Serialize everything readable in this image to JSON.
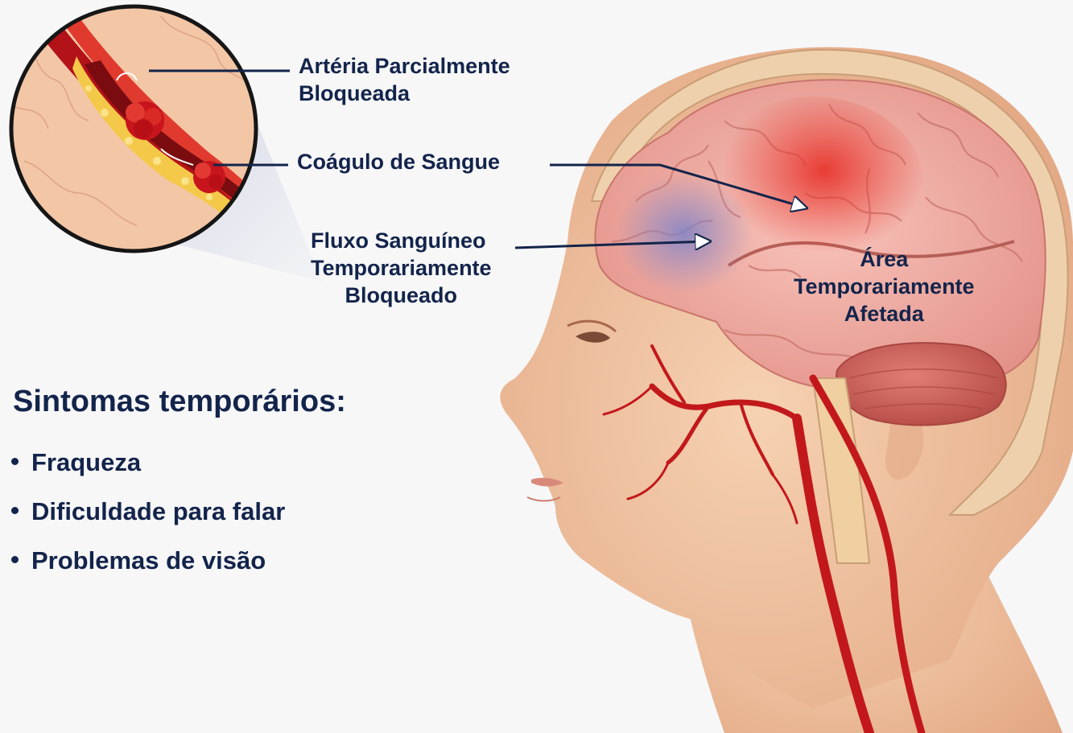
{
  "labels": {
    "artery": [
      "Artéria Parcialmente",
      "Bloqueada"
    ],
    "clot": "Coágulo de Sangue",
    "flow": [
      "Fluxo Sanguíneo",
      "Temporariamente",
      "Bloqueado"
    ],
    "area": [
      "Área",
      "Temporariamente",
      "Afetada"
    ]
  },
  "symptoms": {
    "heading": "Sintomas temporários:",
    "items": [
      "Fraqueza",
      "Dificuldade para falar",
      "Problemas de visão"
    ]
  },
  "colors": {
    "text": "#13244b",
    "artery": "#c2181c",
    "brain": "#f2b0a8",
    "affected": "#e8443a",
    "ischemic": "#8a88c8",
    "skin": "#f3c9a5",
    "bone": "#efd0ad"
  },
  "icons": [
    "artery-inset",
    "blood-clot",
    "brain",
    "head-profile",
    "pointer-arrow"
  ]
}
